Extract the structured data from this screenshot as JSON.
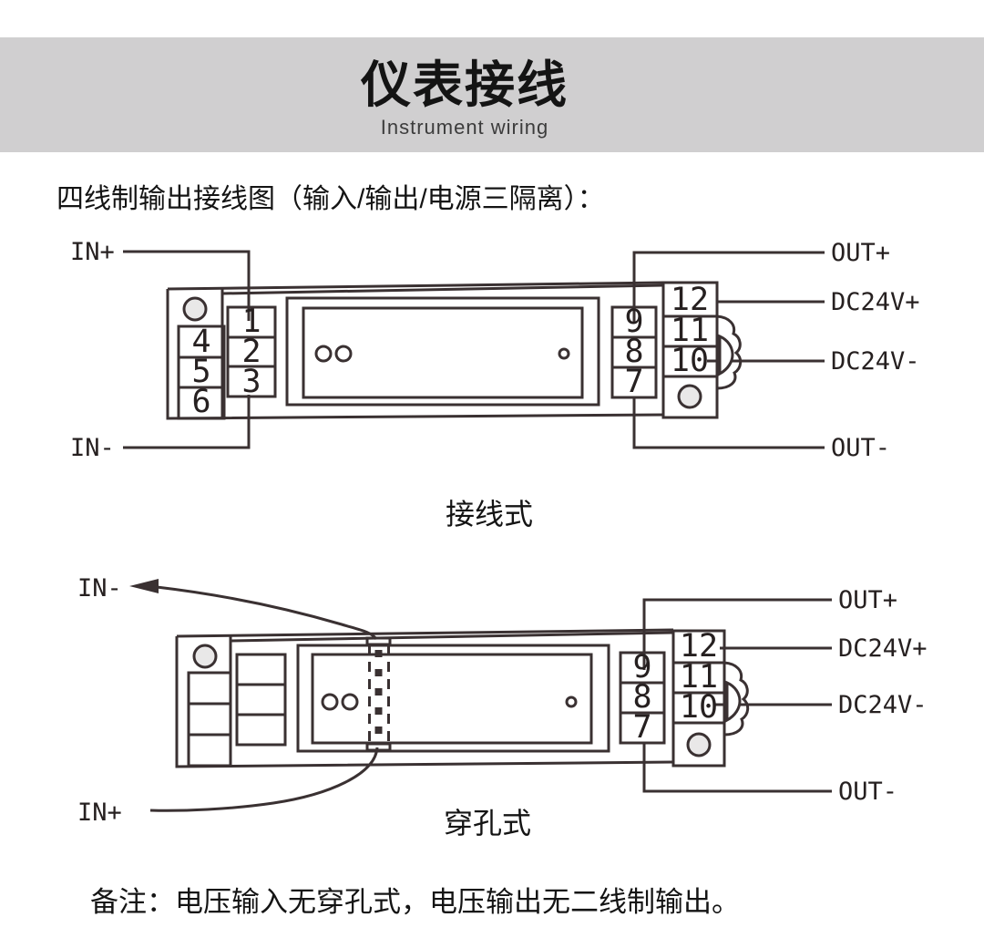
{
  "header": {
    "title": "仪表接线",
    "subtitle": "Instrument wiring",
    "band_color": "#d0cfd0"
  },
  "section_title": "四线制输出接线图（输入/输出/电源三隔离）：",
  "diagram_wired": {
    "caption": "接线式",
    "wire_labels": {
      "in_plus": "IN+",
      "in_minus": "IN-",
      "out_plus": "OUT+",
      "dc24v_plus": "DC24V+",
      "dc24v_minus": "DC24V-",
      "out_minus": "OUT-"
    },
    "terminals": {
      "left": [
        "4",
        "5",
        "6"
      ],
      "input": [
        "1",
        "2",
        "3"
      ],
      "output": [
        "9",
        "8",
        "7"
      ],
      "power": [
        "12",
        "11",
        "10"
      ]
    }
  },
  "diagram_piercing": {
    "caption": "穿孔式",
    "wire_labels": {
      "in_minus": "IN-",
      "in_plus": "IN+",
      "out_plus": "OUT+",
      "dc24v_plus": "DC24V+",
      "dc24v_minus": "DC24V-",
      "out_minus": "OUT-"
    },
    "terminals": {
      "output": [
        "9",
        "8",
        "7"
      ],
      "power": [
        "12",
        "11",
        "10"
      ]
    }
  },
  "note": "备注：电压输入无穿孔式，电压输出无二线制输出。",
  "colors": {
    "line": "#3a3132",
    "terminal_text": "#262020",
    "circle_fill": "#e9e8e8"
  }
}
